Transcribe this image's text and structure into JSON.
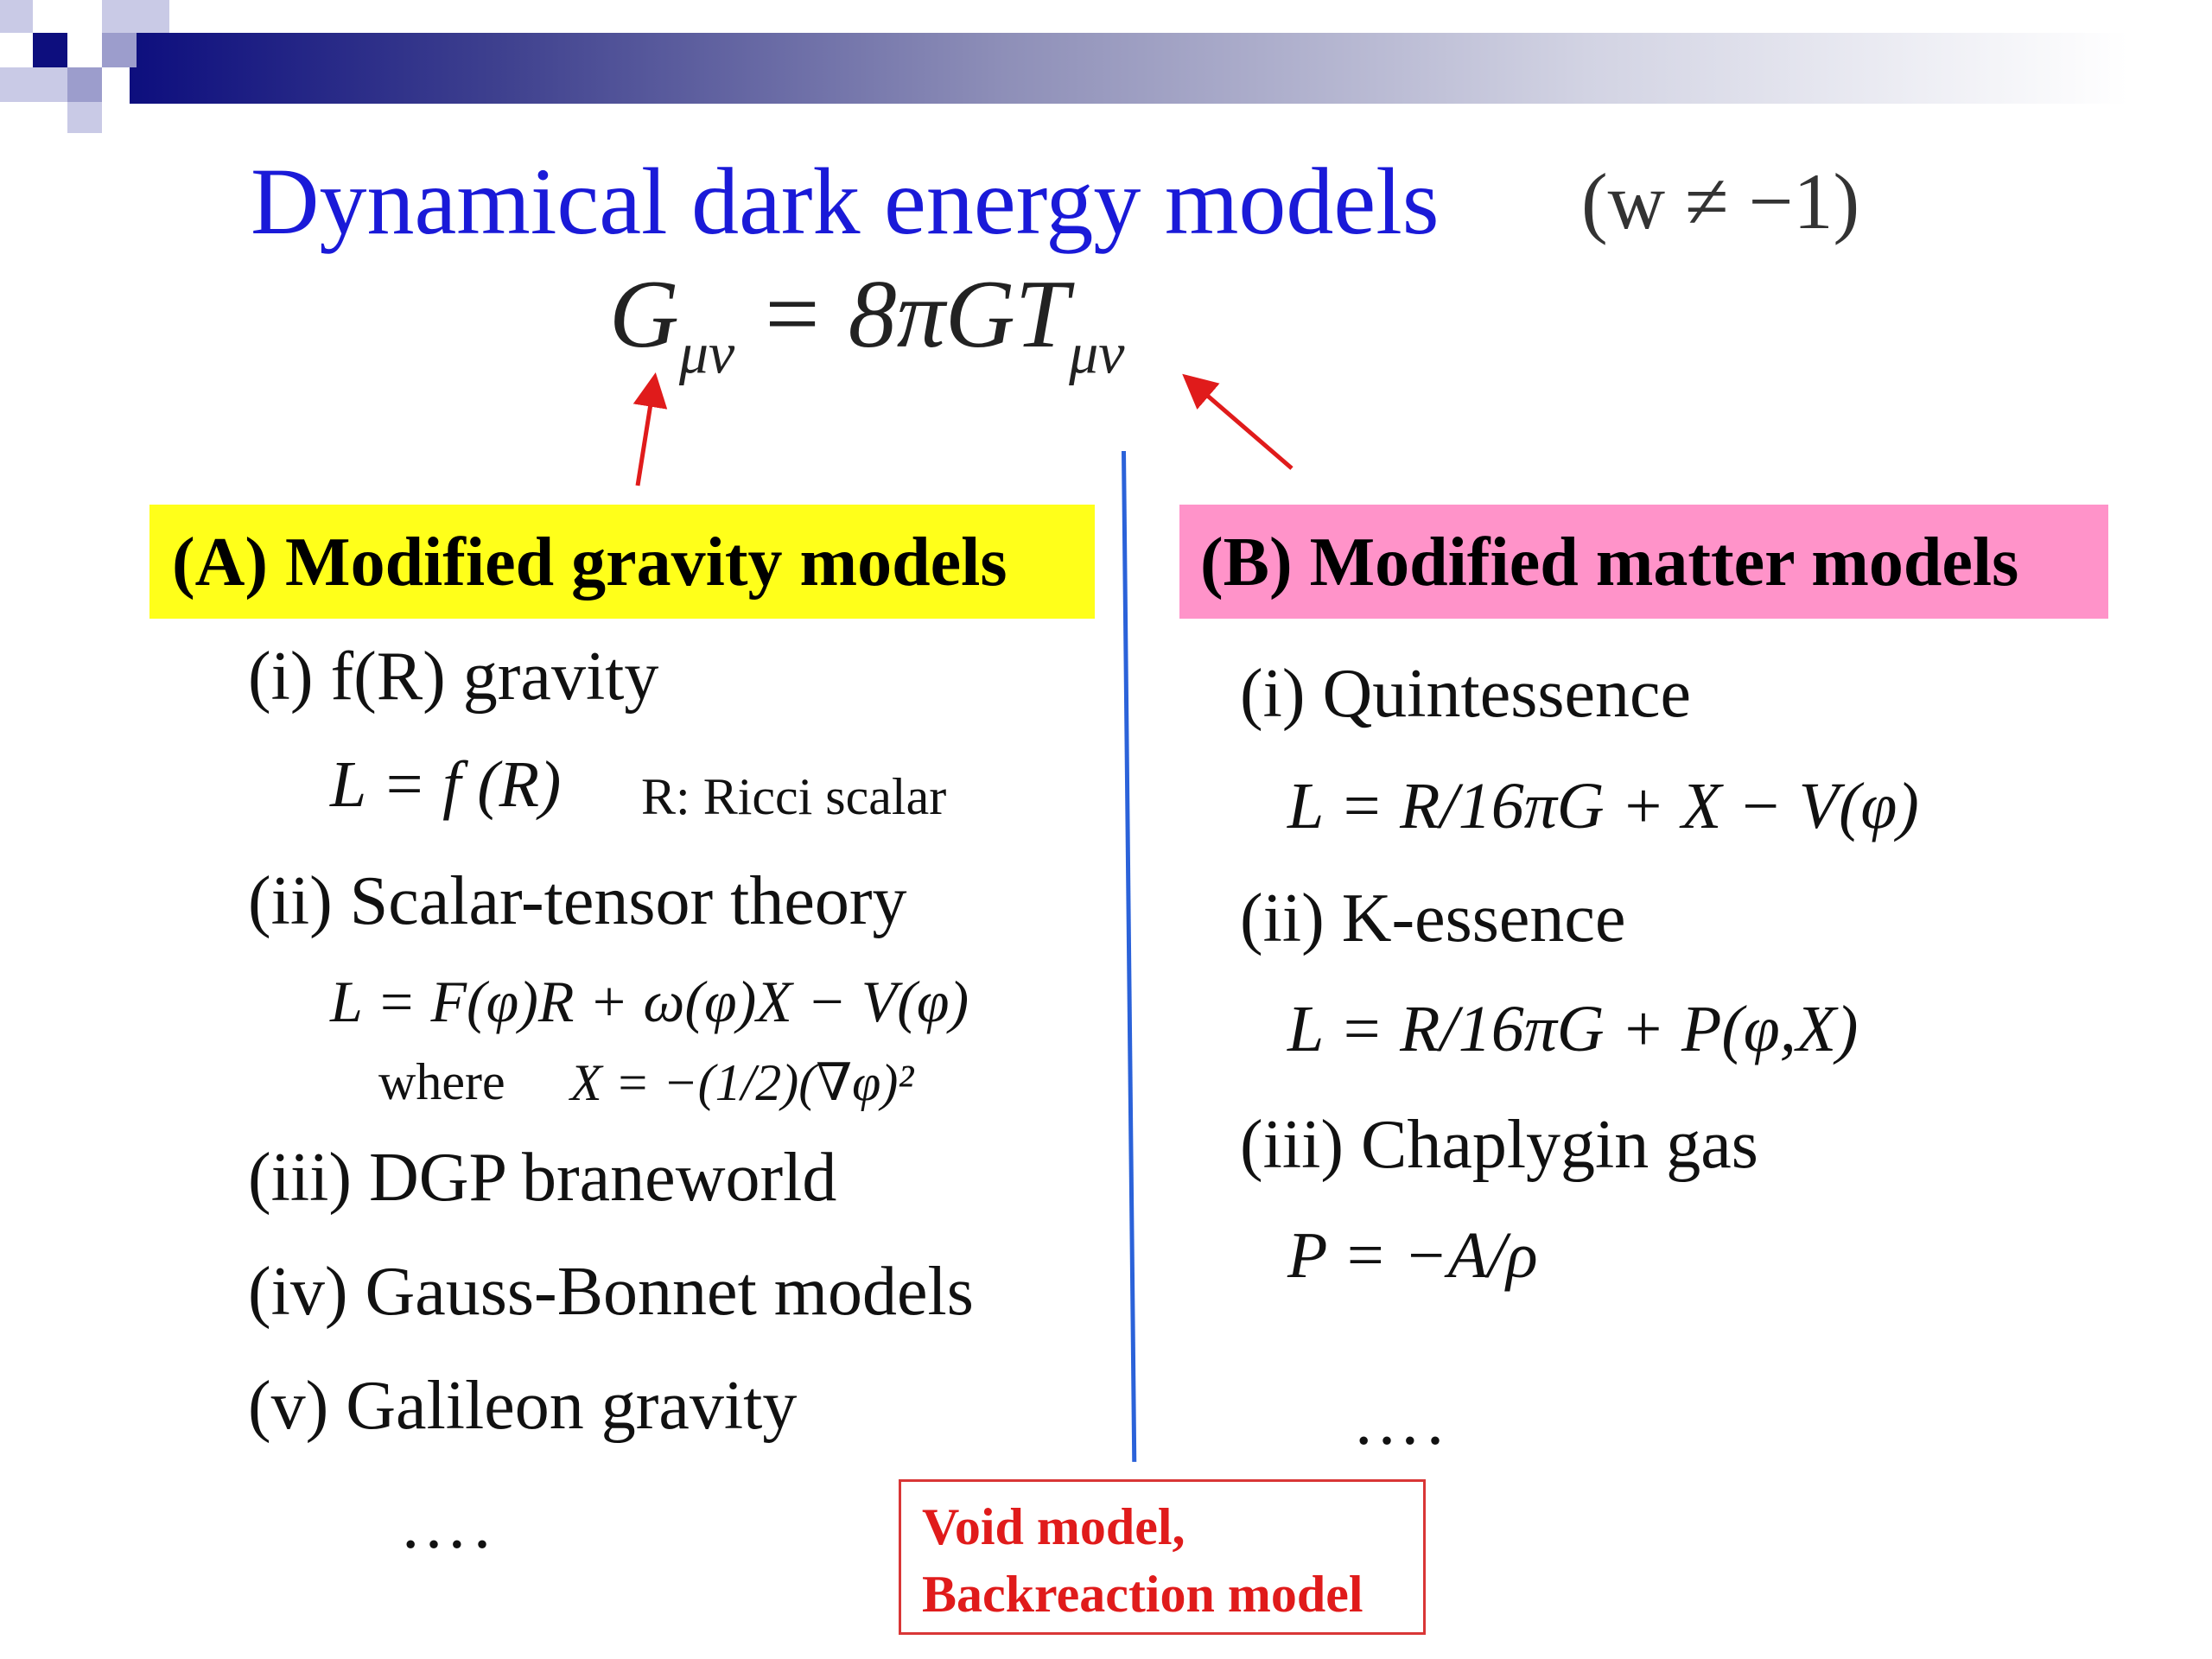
{
  "slide": {
    "title": "Dynamical dark energy models",
    "condition": "(w ≠ −1)",
    "equation": {
      "lhs": "G",
      "lhs_sub": "μν",
      "middle": " = 8πGT",
      "rhs_sub": "μν"
    }
  },
  "left": {
    "heading": "(A) Modified gravity models",
    "highlight_color": "#ffff1a",
    "items": [
      {
        "label": "(i) f(R) gravity"
      },
      {
        "label": "(ii) Scalar-tensor theory"
      },
      {
        "label": "(iii) DGP braneworld"
      },
      {
        "label": "(iv) Gauss-Bonnet models"
      },
      {
        "label": "(v)  Galileon gravity"
      }
    ],
    "formula_fr": "L = f (R)",
    "formula_fr_note": "R: Ricci scalar",
    "formula_st": "L = F(φ)R + ω(φ)X − V(φ)",
    "where_word": "where",
    "where_formula": "X = −(1/2)(∇φ)²",
    "ellipsis": "…."
  },
  "right": {
    "heading": "(B) Modified matter models",
    "highlight_color": "#ff93c9",
    "items": [
      {
        "label": "(i) Quintessence"
      },
      {
        "label": "(ii) K-essence"
      },
      {
        "label": "(iii)  Chaplygin gas"
      }
    ],
    "formula_q": "L = R/16πG + X − V(φ)",
    "formula_k": "L = R/16πG + P(φ,X)",
    "formula_c": "P = −A/ρ",
    "ellipsis": "…."
  },
  "note_box": {
    "line1": "Void model,",
    "line2": "Backreaction model",
    "color": "#e01b1b"
  },
  "colors": {
    "title": "#1a1ad8",
    "divider": "#2b62d9",
    "arrows": "#e01b1b"
  }
}
